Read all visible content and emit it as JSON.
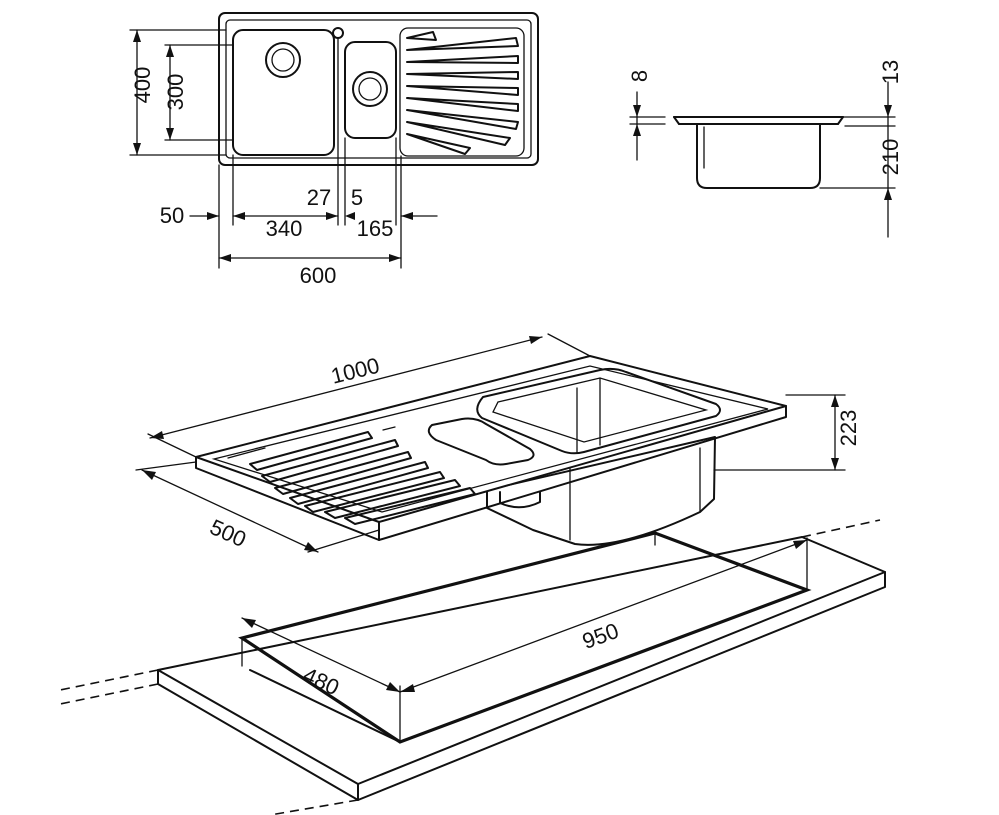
{
  "dimensions": {
    "top_view": {
      "overall_depth": "400",
      "bowl_depth": "300",
      "tap_offset": "27",
      "bowl_gap": "5",
      "edge_offset": "50",
      "main_bowl_width": "340",
      "second_bowl_width": "165",
      "cabinet_width": "600"
    },
    "side_view": {
      "flange_thickness": "8",
      "rim_height": "13",
      "bowl_height": "210"
    },
    "iso_view": {
      "length": "1000",
      "width": "500",
      "total_height": "223"
    },
    "cutout": {
      "length": "950",
      "width": "480"
    }
  }
}
